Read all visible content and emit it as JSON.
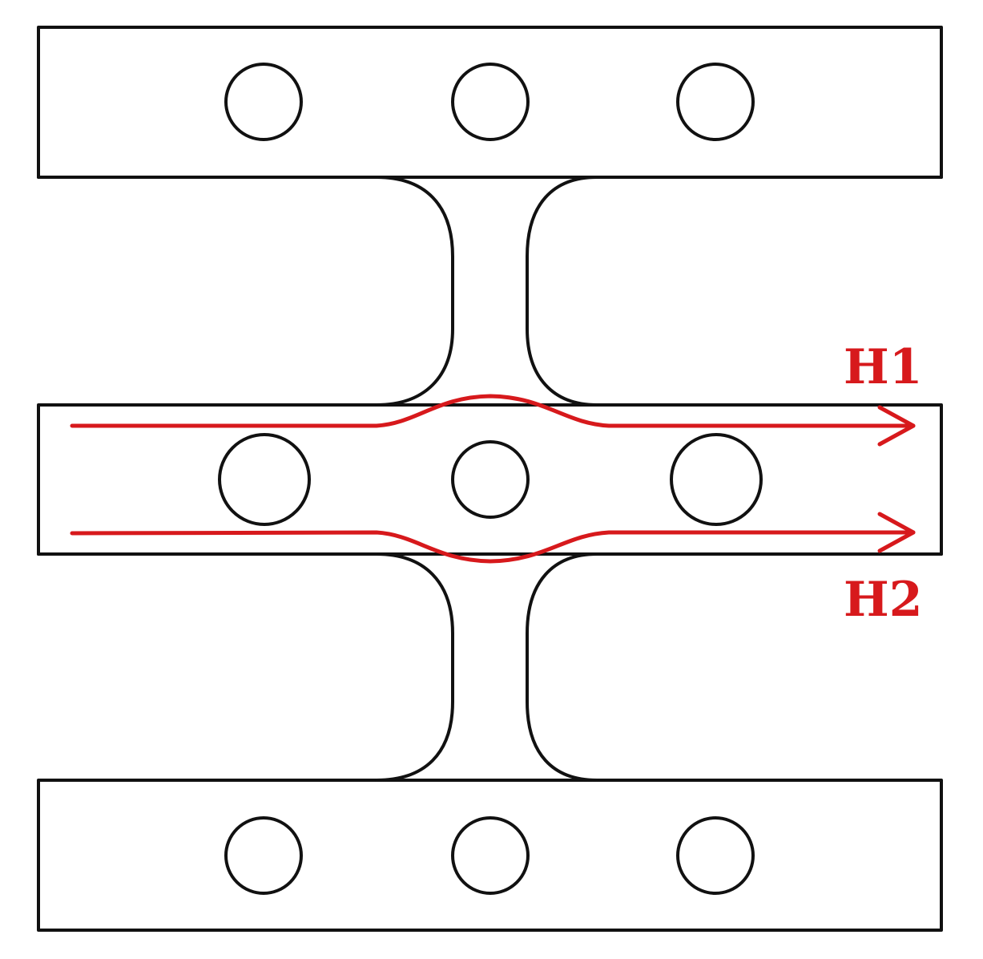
{
  "colors": {
    "outline": "#111111",
    "flow": "#d7191c",
    "background": "#ffffff"
  },
  "flow_paths": [
    {
      "id": "H1",
      "label": "H1"
    },
    {
      "id": "H2",
      "label": "H2"
    }
  ]
}
